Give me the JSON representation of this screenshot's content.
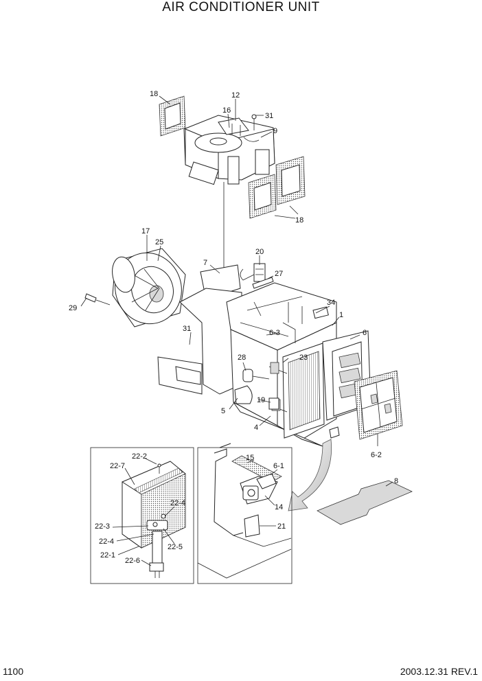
{
  "title": "AIR CONDITIONER UNIT",
  "page_number": "1100",
  "revision": "2003.12.31  REV.1",
  "callouts": {
    "c18a": "18",
    "c12": "12",
    "c16": "16",
    "c31a": "31",
    "c9": "9",
    "c18b": "18",
    "c17": "17",
    "c25": "25",
    "c20": "20",
    "c7": "7",
    "c27": "27",
    "c29": "29",
    "c34": "34",
    "c1": "1",
    "c6": "6",
    "c31b": "31",
    "c6_3": "6-3",
    "c23": "23",
    "c28": "28",
    "c19": "19",
    "c5": "5",
    "c4": "4",
    "c6_2": "6-2",
    "c22_2": "22-2",
    "c22_7": "22-7",
    "c22_4a": "22-4",
    "c22_3": "22-3",
    "c22_4b": "22-4",
    "c22_5": "22-5",
    "c22_1": "22-1",
    "c22_6": "22-6",
    "c15": "15",
    "c6_1": "6-1",
    "c14": "14",
    "c21": "21",
    "c8": "8"
  }
}
